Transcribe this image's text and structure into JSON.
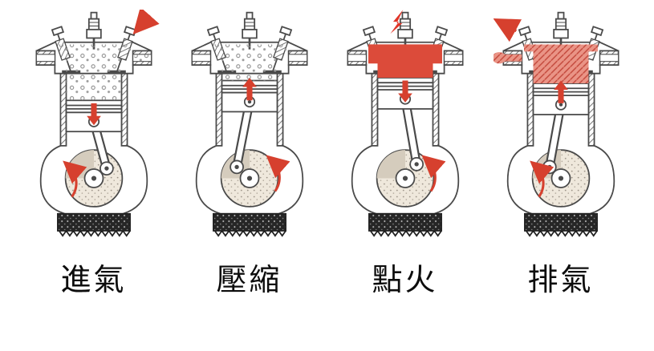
{
  "diagram": {
    "subject": "four-stroke engine cycle",
    "background": "#ffffff"
  },
  "colors": {
    "accent_red": "#d6402e",
    "combustion_red": "#dc4b3a",
    "ink": "#4a4a4a",
    "oil_pan_dark": "#262626"
  },
  "stages": [
    {
      "label": "進氣",
      "icons": [
        "inlet-flow-arrow",
        "piston-down-arrow",
        "crank-rotation-arrow",
        "fuel-mixture-dots"
      ]
    },
    {
      "label": "壓縮",
      "icons": [
        "piston-up-arrow",
        "crank-rotation-arrow",
        "fuel-mixture-dots"
      ]
    },
    {
      "label": "點火",
      "icons": [
        "spark-bolt",
        "piston-down-arrow",
        "crank-rotation-arrow",
        "combustion-fill"
      ]
    },
    {
      "label": "排氣",
      "icons": [
        "outlet-flow-arrow",
        "piston-up-arrow",
        "crank-rotation-arrow",
        "exhaust-gas-fill"
      ]
    }
  ]
}
